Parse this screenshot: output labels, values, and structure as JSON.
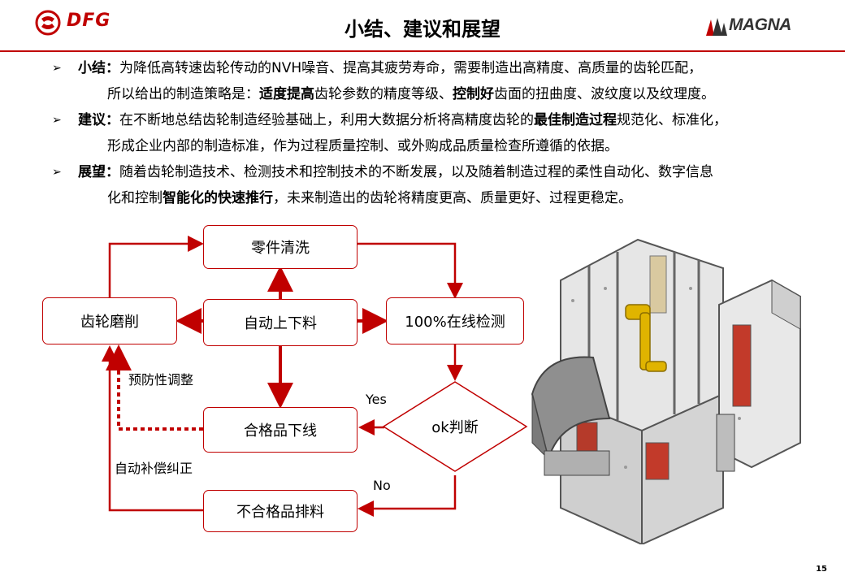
{
  "header": {
    "title": "小结、建议和展望",
    "logo_left": "DFG",
    "logo_right": "MAGNA"
  },
  "bullets": [
    {
      "label": "小结：",
      "line1": "为降低高转速齿轮传动的NVH噪音、提高其疲劳寿命，需要制造出高精度、高质量的齿轮匹配，",
      "line2_a": "所以给出的制造策略是：",
      "line2_b": "适度提高",
      "line2_c": "齿轮参数的精度等级、",
      "line2_d": "控制好",
      "line2_e": "齿面的扭曲度、波纹度以及纹理度。"
    },
    {
      "label": "建议：",
      "line1_a": "在不断地总结齿轮制造经验基础上，利用大数据分析将高精度齿轮的",
      "line1_b": "最佳制造过程",
      "line1_c": "规范化、标准化，",
      "line2": "形成企业内部的制造标准，作为过程质量控制、或外购成品质量检查所遵循的依据。"
    },
    {
      "label": "展望：",
      "line1": "随着齿轮制造技术、检测技术和控制技术的不断发展，以及随着制造过程的柔性自动化、数字信息",
      "line2_a": "化和控制",
      "line2_b": "智能化的快速推行",
      "line2_c": "，未来制造出的齿轮将精度更高、质量更好、过程更稳定。"
    }
  ],
  "flowchart": {
    "cleaning": "零件清洗",
    "grinding": "齿轮磨削",
    "loading": "自动上下料",
    "inspection": "100%在线检测",
    "qualified": "合格品下线",
    "ok_check": "ok判断",
    "rejected": "不合格品排料",
    "yes": "Yes",
    "no": "No",
    "preventive": "预防性调整",
    "compensation": "自动补偿纠正"
  },
  "colors": {
    "accent": "#c00000"
  },
  "page_number": "15"
}
